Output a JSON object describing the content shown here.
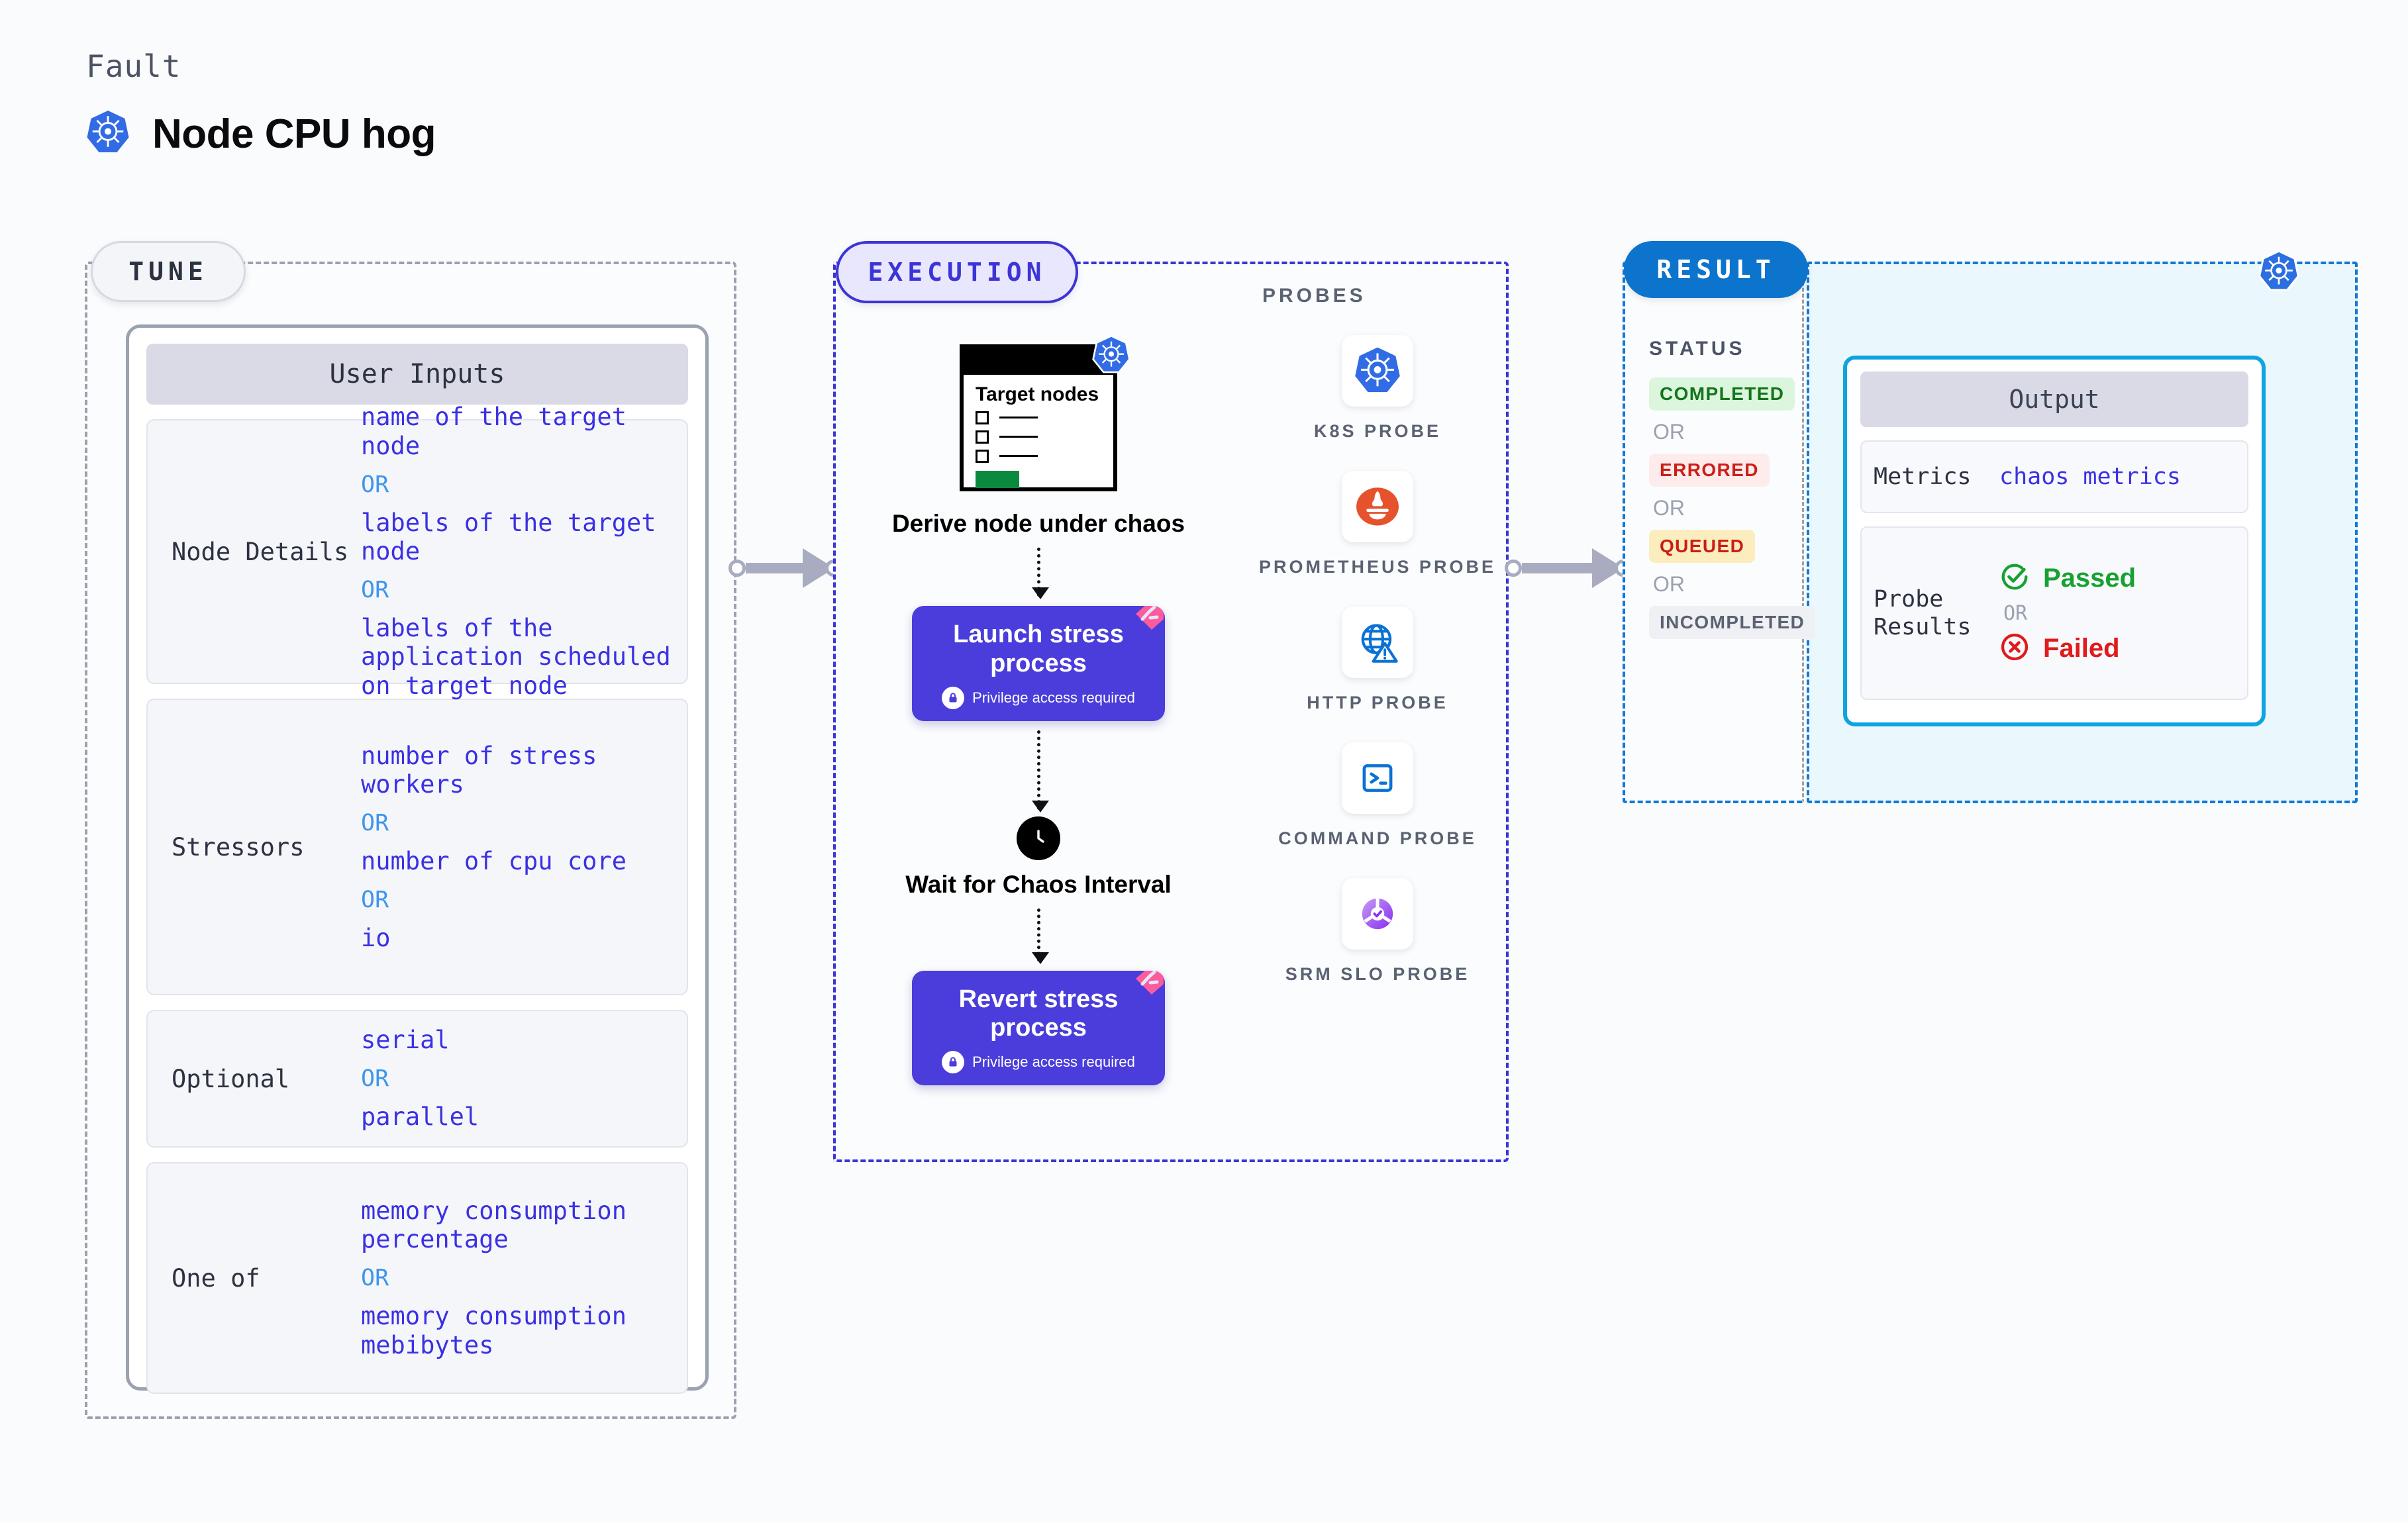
{
  "header": {
    "eyebrow": "Fault",
    "title": "Node CPU hog",
    "icon": "kubernetes-icon"
  },
  "tune": {
    "pill_label": "TUNE",
    "card_header": "User Inputs",
    "groups": [
      {
        "label": "Node Details",
        "values": [
          "name of the target node",
          "labels of the target node",
          "labels of the application  scheduled on target node"
        ],
        "separator": "OR"
      },
      {
        "label": "Stressors",
        "values": [
          "number of stress workers",
          "number of cpu core",
          "io"
        ],
        "separator": "OR"
      },
      {
        "label": "Optional",
        "values": [
          "serial",
          "parallel"
        ],
        "separator": "OR"
      },
      {
        "label": "One of",
        "values": [
          "memory consumption percentage",
          "memory consumption mebibytes"
        ],
        "separator": "OR"
      }
    ]
  },
  "execution": {
    "pill_label": "EXECUTION",
    "target_card": {
      "heading": "Target nodes",
      "checkbox_rows": 3
    },
    "steps": [
      {
        "caption": "Derive node under chaos"
      },
      {
        "caption": "Launch stress process",
        "subtext": "Privilege access required",
        "icon": "lock-icon",
        "badge": "chaos-corner-badge"
      },
      {
        "caption": "Wait for Chaos Interval",
        "icon": "clock-icon"
      },
      {
        "caption": "Revert stress process",
        "subtext": "Privilege access required",
        "icon": "lock-icon",
        "badge": "chaos-corner-badge"
      }
    ],
    "probes": {
      "title": "PROBES",
      "items": [
        {
          "label": "K8S PROBE",
          "icon": "kubernetes-icon"
        },
        {
          "label": "PROMETHEUS PROBE",
          "icon": "prometheus-icon"
        },
        {
          "label": "HTTP PROBE",
          "icon": "globe-warning-icon"
        },
        {
          "label": "COMMAND PROBE",
          "icon": "terminal-icon"
        },
        {
          "label": "SRM SLO PROBE",
          "icon": "srm-slo-icon"
        }
      ]
    }
  },
  "result": {
    "pill_label": "RESULT",
    "status_title": "STATUS",
    "separator": "OR",
    "statuses": [
      {
        "label": "COMPLETED",
        "bg": "#dcf5dd",
        "fg": "#13751c"
      },
      {
        "label": "ERRORED",
        "bg": "#fdeceb",
        "fg": "#cb1f17"
      },
      {
        "label": "QUEUED",
        "bg": "#fcedbe",
        "fg": "#c81f17"
      },
      {
        "label": "INCOMPLETED",
        "bg": "#eff0f4",
        "fg": "#5b6272"
      }
    ],
    "output": {
      "header": "Output",
      "metrics_label": "Metrics",
      "metrics_value": "chaos metrics",
      "probe_results_label": "Probe Results",
      "passed_label": "Passed",
      "failed_label": "Failed",
      "separator": "OR"
    },
    "badge_icon": "kubernetes-icon"
  },
  "colors": {
    "brand_blue": "#0c74cd",
    "execution_purple": "#3d34d6",
    "step_purple": "#4a3ddb",
    "value_blue": "#3b31e3",
    "or_blue": "#3f96ec",
    "pass_green": "#17a132",
    "fail_red": "#e01b1b",
    "output_border": "#0fa4e0"
  }
}
